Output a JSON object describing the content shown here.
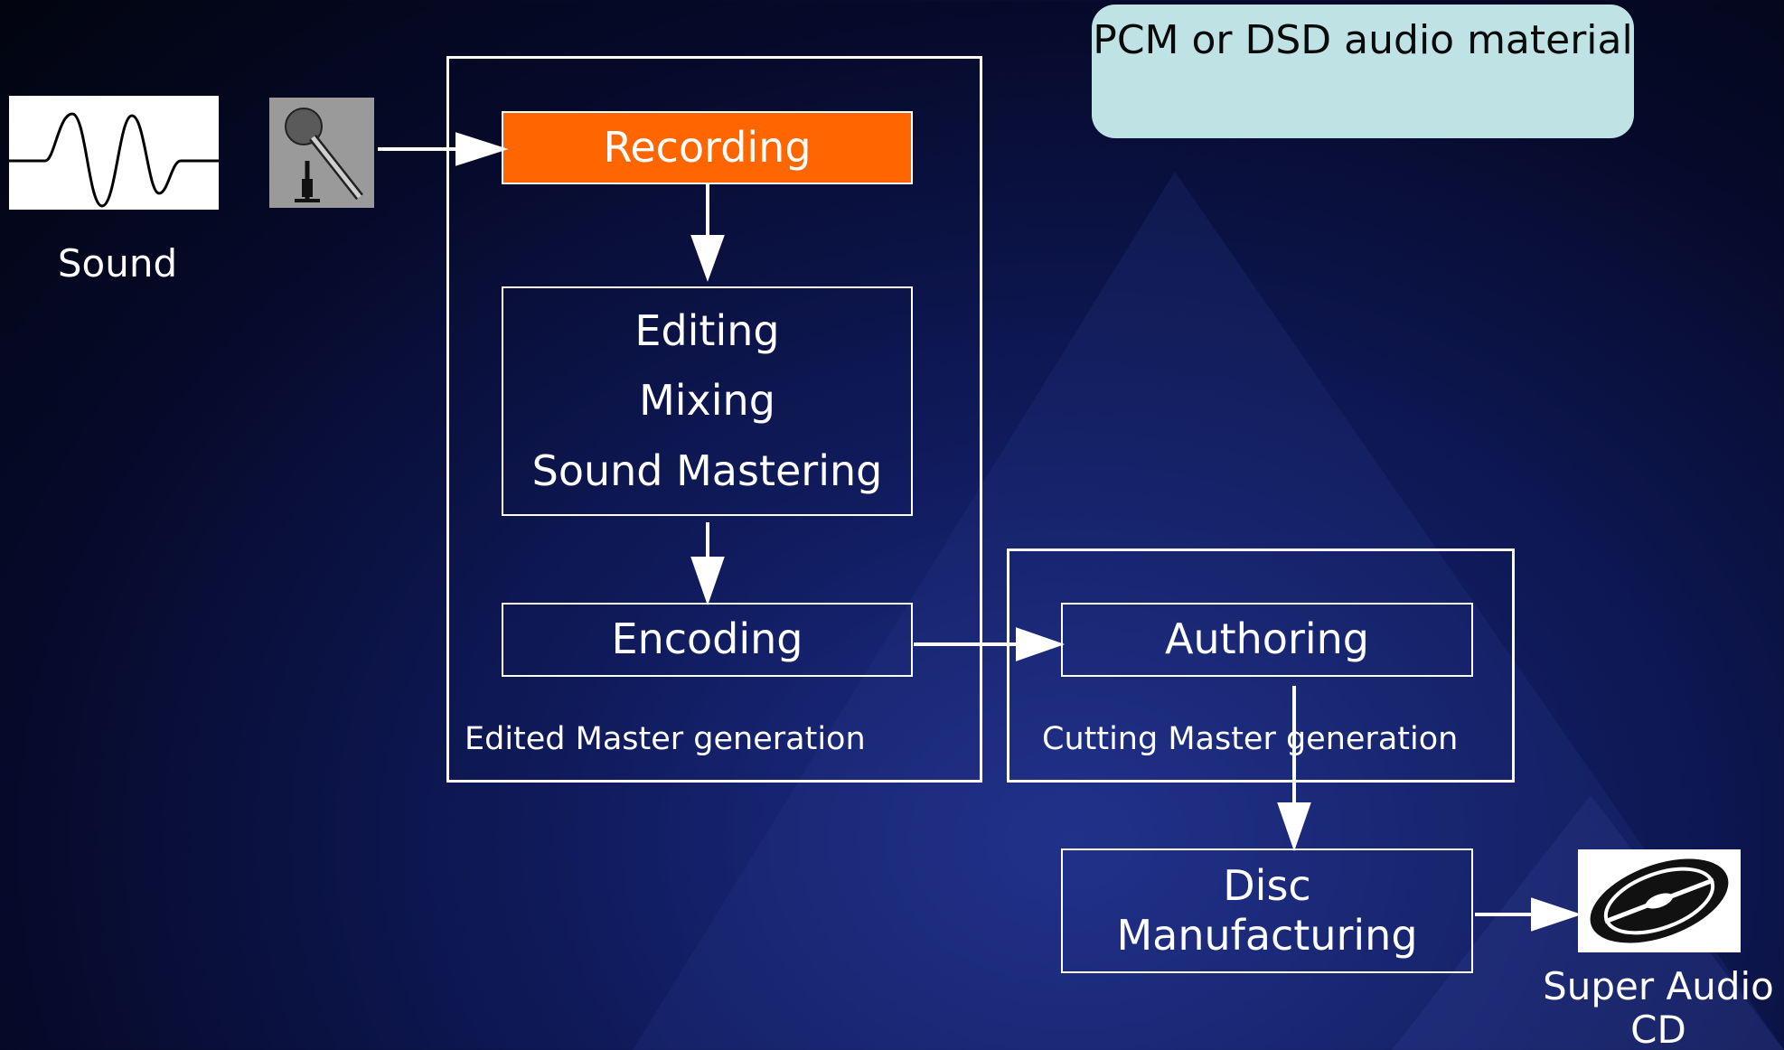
{
  "callout": {
    "text": "PCM or DSD audio material"
  },
  "source": {
    "sound_label": "Sound"
  },
  "groups": {
    "edited_master": {
      "caption": "Edited Master generation",
      "recording": "Recording",
      "processing": [
        "Editing",
        "Mixing",
        "Sound Mastering"
      ],
      "encoding": "Encoding"
    },
    "cutting_master": {
      "caption": "Cutting Master generation",
      "authoring": "Authoring"
    }
  },
  "manufacturing": {
    "label": "Disc Manufacturing"
  },
  "output": {
    "label": "Super Audio CD"
  },
  "colors": {
    "highlight": "#ff6600",
    "callout": "#bfe3e4",
    "stroke": "#ffffff"
  }
}
